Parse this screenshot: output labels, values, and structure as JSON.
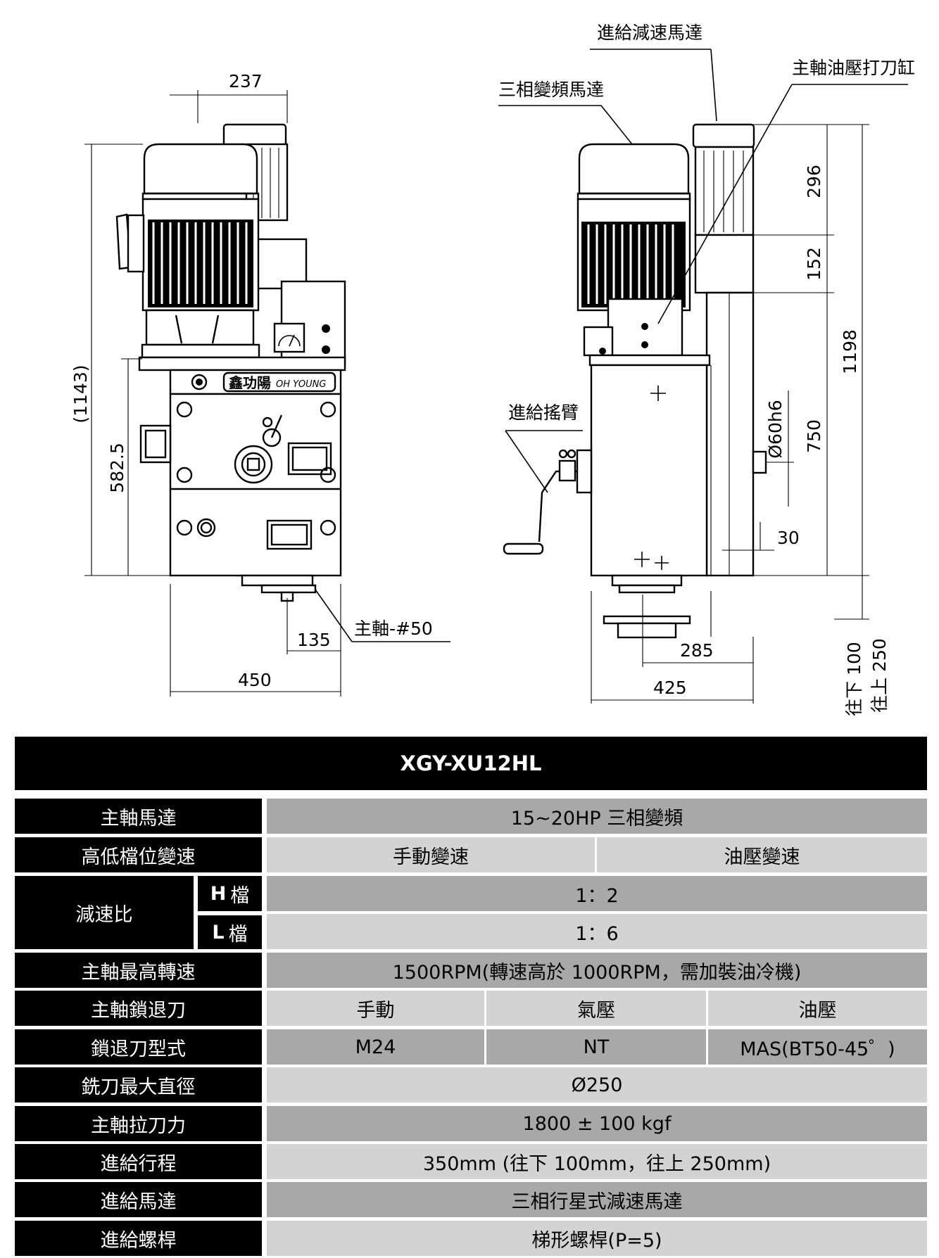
{
  "drawing": {
    "left_view": {
      "dim_top": "237",
      "dim_height_total": "(1143)",
      "dim_height_lower": "582.5",
      "dim_spindle_offset": "135",
      "dim_width": "450",
      "spindle_label": "主軸-#50",
      "brand_cn": "鑫功陽",
      "brand_en": "OH YOUNG"
    },
    "right_view": {
      "label_feed_motor": "進給減速馬達",
      "label_main_motor": "三相變頻馬達",
      "label_hydraulic_cylinder": "主軸油壓打刀缸",
      "label_feed_arm": "進給搖臂",
      "dim_296": "296",
      "dim_152": "152",
      "dim_1198": "1198",
      "dim_diameter": "Ø60h6",
      "dim_750": "750",
      "dim_30": "30",
      "dim_285": "285",
      "dim_425": "425",
      "travel_down": "往下 100",
      "travel_up": "往上 250"
    }
  },
  "spec": {
    "title": "XGY-XU12HL",
    "rows": {
      "spindle_motor": {
        "label": "主軸馬達",
        "value": "15~20HP 三相變頻"
      },
      "gear_shift": {
        "label": "高低檔位變速",
        "values": [
          "手動變速",
          "油壓變速"
        ]
      },
      "reduction_ratio": {
        "label": "減速比",
        "h_letter": "H",
        "h_word": "檔",
        "h_value": "1：2",
        "l_letter": "L",
        "l_word": "檔",
        "l_value": "1：6"
      },
      "max_speed": {
        "label": "主軸最高轉速",
        "value": "1500RPM(轉速高於 1000RPM，需加裝油冷機)"
      },
      "tool_lock": {
        "label": "主軸鎖退刀",
        "values": [
          "手動",
          "氣壓",
          "油壓"
        ]
      },
      "lock_type": {
        "label": "鎖退刀型式",
        "values": [
          "M24",
          "NT",
          "MAS(BT50-45゜)"
        ]
      },
      "max_cutter_diameter": {
        "label": "銑刀最大直徑",
        "value": "Ø250"
      },
      "draw_force": {
        "label": "主軸拉刀力",
        "value": "1800 ± 100 kgf"
      },
      "feed_travel": {
        "label": "進給行程",
        "value": "350mm (往下 100mm，往上 250mm)"
      },
      "feed_motor": {
        "label": "進給馬達",
        "value": "三相行星式減速馬達"
      },
      "feed_screw": {
        "label": "進給螺桿",
        "value": "梯形螺桿(P=5)"
      }
    }
  }
}
